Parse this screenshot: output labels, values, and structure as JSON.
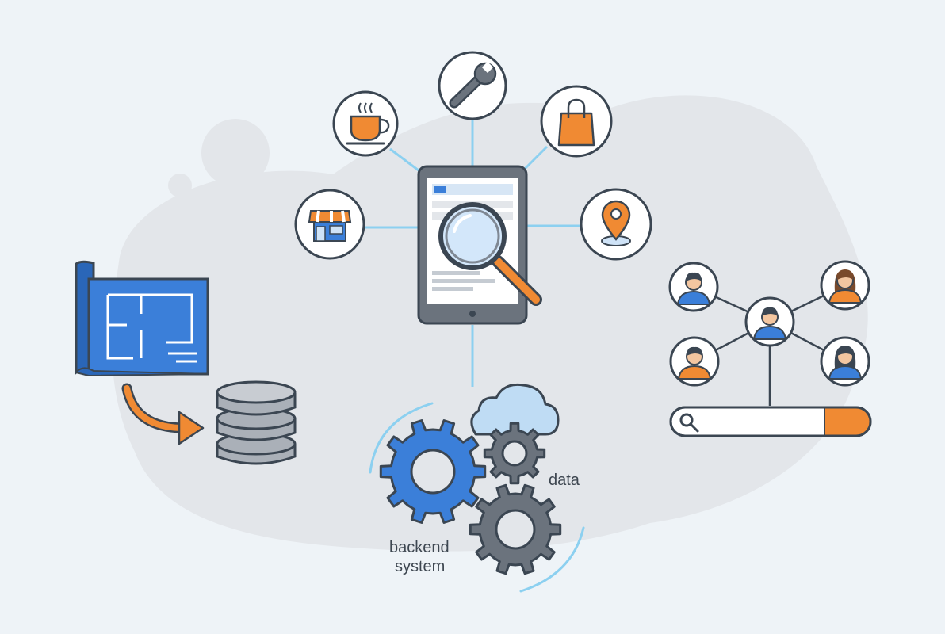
{
  "labels": {
    "data": "data",
    "backend_line1": "backend",
    "backend_line2": "system"
  },
  "colors": {
    "background": "#eef3f7",
    "blob": "#e3e6ea",
    "outline": "#3b4652",
    "accent_blue": "#3b7fd9",
    "accent_orange": "#f08a33",
    "connector_blue": "#8cd0f0",
    "gear_gray": "#5f6670",
    "cloud_blue": "#bfdcf4",
    "database_gray": "#aab0b8"
  },
  "icons": [
    "coffee-cup-icon",
    "wrench-icon",
    "shopping-bag-icon",
    "storefront-icon",
    "location-pin-icon",
    "tablet-search-icon",
    "magnifying-glass-icon",
    "blueprint-icon",
    "database-icon",
    "cloud-icon",
    "gear-icon",
    "person-icon",
    "search-bar-icon"
  ]
}
